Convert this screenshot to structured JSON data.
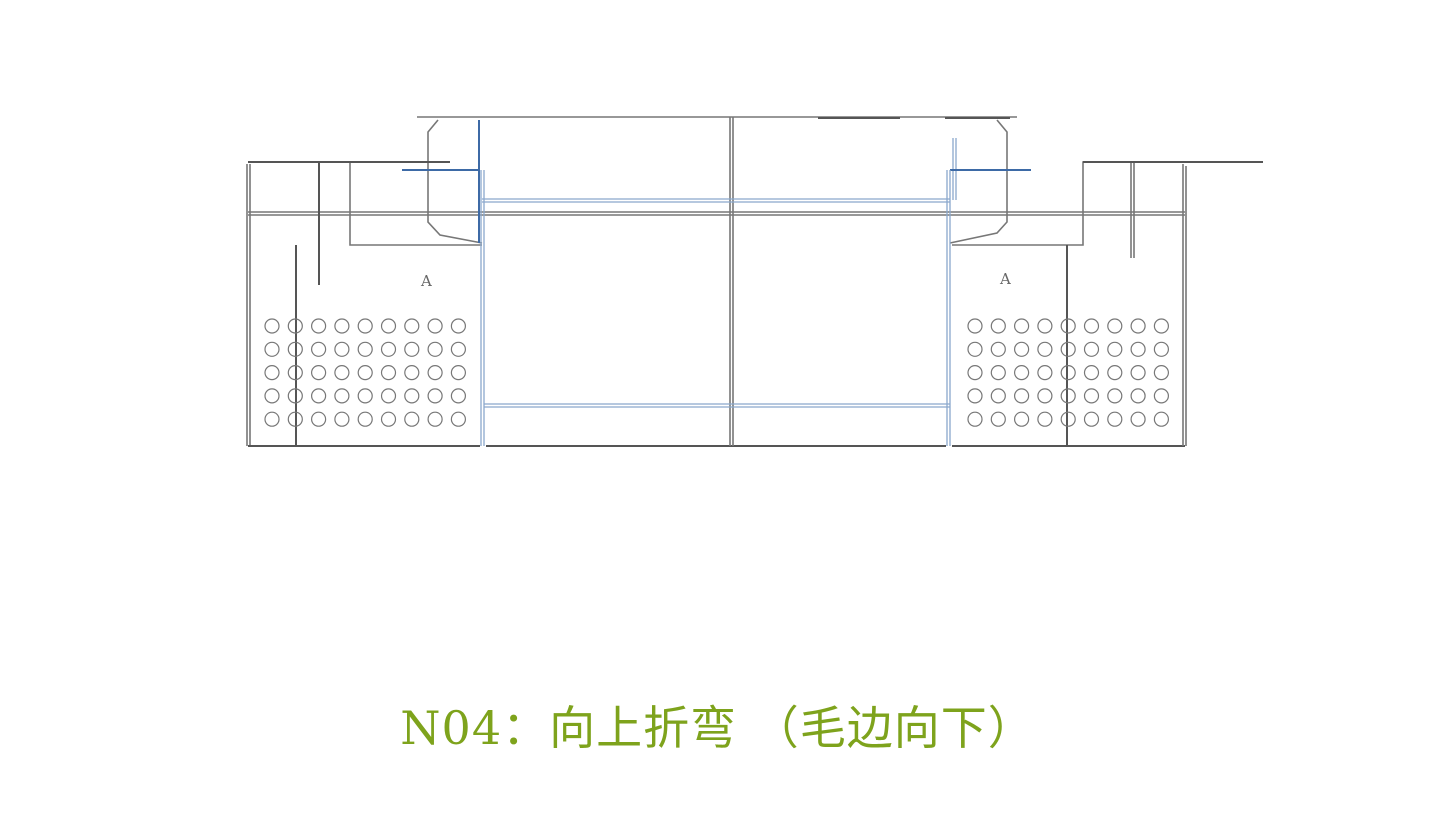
{
  "drawing": {
    "labels": {
      "left_region": "A",
      "right_region": "A"
    },
    "hole_grid": {
      "rows": 5,
      "cols": 9
    },
    "colors": {
      "outline": "#777777",
      "bend_line": "#3d6aa6",
      "caption": "#7ea31c"
    }
  },
  "caption": "N04：向上折弯 （毛边向下）"
}
